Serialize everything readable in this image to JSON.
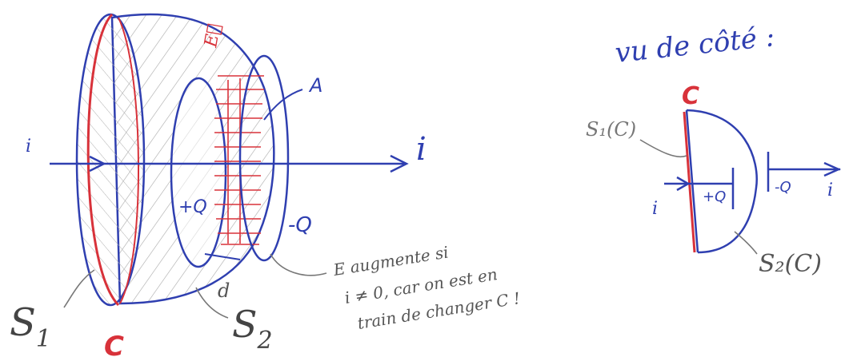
{
  "colors": {
    "blue": "#2f3fb0",
    "red": "#d8323a",
    "gray": "#7a7a7a",
    "hatch": "#9a9a9a"
  },
  "labels": {
    "field_e": "E⃗",
    "area_a": "A",
    "current_left": "i",
    "current_right": "i",
    "charge_plus": "+Q",
    "charge_minus": "-Q",
    "gap_d": "d",
    "surface_s1": "S",
    "surface_s1_sub": "1",
    "surface_s2": "S",
    "surface_s2_sub": "2",
    "contour_c": "C"
  },
  "annotation": {
    "line1": "E augmente si",
    "line2": "i ≠ 0, car on est en",
    "line3": "train de changer C !"
  },
  "side_view": {
    "title": "vu de côté :",
    "contour_c": "C",
    "s1_label": "S₁(C)",
    "s2_label": "S₂(C)",
    "current_in": "i",
    "current_out": "i",
    "charge_plus": "+Q",
    "charge_minus": "-Q"
  }
}
